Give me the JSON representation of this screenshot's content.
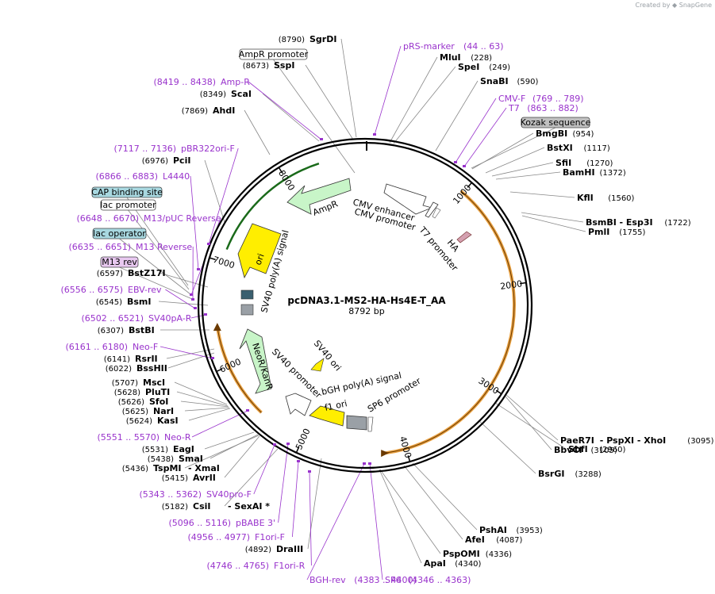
{
  "credit": {
    "text": "Created by",
    "brand": "SnapGene"
  },
  "plasmid": {
    "name": "pcDNA3.1-MS2-HA-Hs4E-T_AA",
    "length": "8792 bp"
  },
  "ticks": [
    "1000",
    "2000",
    "3000",
    "4000",
    "5000",
    "6000",
    "7000",
    "8000"
  ],
  "enzymes": [
    {
      "name": "SgrDI",
      "pos": "(8790)"
    },
    {
      "name": "SspI",
      "pos": "(8673)"
    },
    {
      "name": "ScaI",
      "pos": "(8349)"
    },
    {
      "name": "AhdI",
      "pos": "(7869)"
    },
    {
      "name": "PciI",
      "pos": "(6976)"
    },
    {
      "name": "BstZ17I",
      "pos": "(6597)"
    },
    {
      "name": "BsmI",
      "pos": "(6545)"
    },
    {
      "name": "BstBI",
      "pos": "(6307)"
    },
    {
      "name": "RsrII",
      "pos": "(6141)"
    },
    {
      "name": "BssHII",
      "pos": "(6022)"
    },
    {
      "name": "MscI",
      "pos": "(5707)"
    },
    {
      "name": "PluTI",
      "pos": "(5628)"
    },
    {
      "name": "SfoI",
      "pos": "(5626)"
    },
    {
      "name": "NarI",
      "pos": "(5625)"
    },
    {
      "name": "KasI",
      "pos": "(5624)"
    },
    {
      "name": "EagI",
      "pos": "(5531)"
    },
    {
      "name": "SmaI",
      "pos": "(5438)"
    },
    {
      "name": "TspMI",
      "pos": "(5436)",
      "extra": "- XmaI"
    },
    {
      "name": "AvrII",
      "pos": "(5415)"
    },
    {
      "name": "CsiI",
      "pos": "(5182)",
      "extra": "- SexAI *"
    },
    {
      "name": "DraIII",
      "pos": "(4892)"
    },
    {
      "name": "MluI",
      "pos": "(228)"
    },
    {
      "name": "SpeI",
      "pos": "(249)"
    },
    {
      "name": "SnaBI",
      "pos": "(590)"
    },
    {
      "name": "BmgBI",
      "pos": "(954)"
    },
    {
      "name": "BstXI",
      "pos": "(1117)"
    },
    {
      "name": "SfiI",
      "pos": "(1270)"
    },
    {
      "name": "BamHI",
      "pos": "(1372)"
    },
    {
      "name": "KflI",
      "pos": "(1560)"
    },
    {
      "name": "BsmBI",
      "pos": "(1722)",
      "extra": "- Esp3I"
    },
    {
      "name": "PmlI",
      "pos": "(1755)"
    },
    {
      "name": "SbfI",
      "pos": "(2960)"
    },
    {
      "name": "PaeR7I",
      "pos": "(3095)",
      "extra": "- PspXI  - XhoI"
    },
    {
      "name": "BbvCI",
      "pos": "(3105)"
    },
    {
      "name": "BsrGI",
      "pos": "(3288)"
    },
    {
      "name": "PshAI",
      "pos": "(3953)"
    },
    {
      "name": "AfeI",
      "pos": "(4087)"
    },
    {
      "name": "PspOMI",
      "pos": "(4336)"
    },
    {
      "name": "ApaI",
      "pos": "(4340)"
    }
  ],
  "primers": [
    {
      "name": "pRS-marker",
      "range": "(44 .. 63)"
    },
    {
      "name": "CMV-F",
      "range": "(769 .. 789)"
    },
    {
      "name": "T7",
      "range": "(863 .. 882)"
    },
    {
      "name": "Amp-R",
      "range": "(8419 .. 8438)"
    },
    {
      "name": "pBR322ori-F",
      "range": "(7117 .. 7136)"
    },
    {
      "name": "L4440",
      "range": "(6866 .. 6883)"
    },
    {
      "name": "M13/pUC Reverse",
      "range": "(6648 .. 6670)"
    },
    {
      "name": "M13 Reverse",
      "range": "(6635 .. 6651)"
    },
    {
      "name": "EBV-rev",
      "range": "(6556 .. 6575)"
    },
    {
      "name": "SV40pA-R",
      "range": "(6502 .. 6521)"
    },
    {
      "name": "Neo-F",
      "range": "(6161 .. 6180)"
    },
    {
      "name": "Neo-R",
      "range": "(5551 .. 5570)"
    },
    {
      "name": "SV40pro-F",
      "range": "(5343 .. 5362)"
    },
    {
      "name": "pBABE 3'",
      "range": "(5096 .. 5116)"
    },
    {
      "name": "F1ori-F",
      "range": "(4956 .. 4977)"
    },
    {
      "name": "F1ori-R",
      "range": "(4746 .. 4765)"
    },
    {
      "name": "BGH-rev",
      "range": "(4383 .. 4400)"
    },
    {
      "name": "SP6",
      "range": "(4346 .. 4363)"
    }
  ],
  "boxed": [
    {
      "name": "AmpR promoter"
    },
    {
      "name": "Kozak sequence"
    },
    {
      "name": "CAP binding site"
    },
    {
      "name": "lac promoter"
    },
    {
      "name": "lac operator"
    },
    {
      "name": "M13 rev"
    }
  ],
  "features": [
    {
      "name": "AmpR"
    },
    {
      "name": "ori"
    },
    {
      "name": "SV40 poly(A) signal"
    },
    {
      "name": "CMV enhancer"
    },
    {
      "name": "CMV promoter"
    },
    {
      "name": "T7 promoter"
    },
    {
      "name": "HA"
    },
    {
      "name": "SV40 ori"
    },
    {
      "name": "NeoR/KanR"
    },
    {
      "name": "SV40 promoter"
    },
    {
      "name": "bGH poly(A) signal"
    },
    {
      "name": "f1 ori"
    },
    {
      "name": "SP6 promoter"
    }
  ],
  "colors": {
    "primer": "#9933cc",
    "orf": "#e8a040",
    "ampr": "#c8f5c8",
    "ori": "#ffee00",
    "lacbox": "#a8d8e0",
    "m13box": "#e8c8f0",
    "kozak": "#c0c0c0"
  }
}
